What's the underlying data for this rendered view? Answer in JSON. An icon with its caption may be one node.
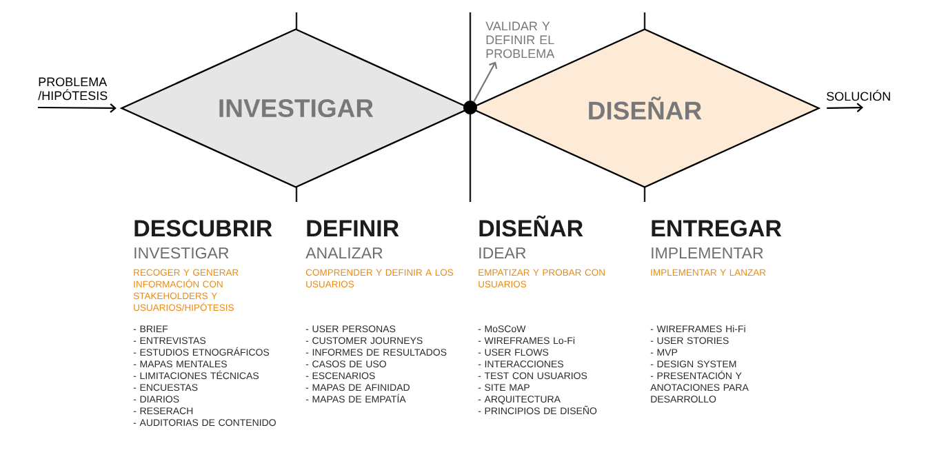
{
  "diagram": {
    "nodes": [
      {
        "text": [
          "INVESTIGAR"
        ]
      },
      {
        "text": [],
        "shape": "circle"
      },
      {
        "text": [
          "VALIDAR Y DEFINIR EL PROBLEMA"
        ]
      },
      {
        "text": [
          "DISEÑAR"
        ]
      }
    ],
    "edges": [
      {
        "from": null,
        "to": 0,
        "arrow": "to",
        "label": "PROBLEMA /HIPÓTESIS"
      },
      {
        "from": 1,
        "to": 2,
        "arrow": "to",
        "color": "#777777"
      },
      {
        "from": 3,
        "to": null,
        "arrow": "to",
        "label": "SOLUCIÓN"
      }
    ],
    "labels": [
      "DESCUBRIR",
      "INVESTIGAR",
      "RECOGER Y GENERAR INFORMACIÓN CON STAKEHOLDERS Y USUARIOS/HIPÓTESIS",
      "- BRIEF",
      "- ENTREVISTAS",
      "- ESTUDIOS ETNOGRÁFICOS",
      "- MAPAS MENTALES",
      "- LIMITACIONES TÉCNICAS",
      "- ENCUESTAS",
      "- DIARIOS",
      "- RESERACH",
      "- AUDITORIAS DE CONTENIDO",
      "DEFINIR",
      "ANALIZAR",
      "COMPRENDER Y DEFINIR A LOS USUARIOS",
      "- USER PERSONAS",
      "- CUSTOMER JOURNEYS",
      "- INFORMES DE RESULTADOS",
      "- CASOS DE USO",
      "- ESCENARIOS",
      "- MAPAS DE AFINIDAD",
      "- MAPAS DE EMPATÍA",
      "DISEÑAR",
      "IDEAR",
      "EMPATIZAR Y PROBAR CON USUARIOS",
      "- MoSCoW",
      "- WIREFRAMES Lo-Fi",
      "- USER FLOWS",
      "- INTERACCIONES",
      "- TEST CON USUARIOS",
      "- SITE MAP",
      "- ARQUITECTURA",
      "- PRINCIPIOS DE DISEÑO",
      "ENTREGAR",
      "IMPLEMENTAR",
      "IMPLEMENTAR Y LANZAR",
      "- WIREFRAMES Hi-Fi",
      "- USER STORIES",
      "- MVP",
      "- DESIGN SYSTEM",
      "- PRESENTACIÓN Y ANOTACIONES PARA DESARROLLO"
    ]
  }
}
